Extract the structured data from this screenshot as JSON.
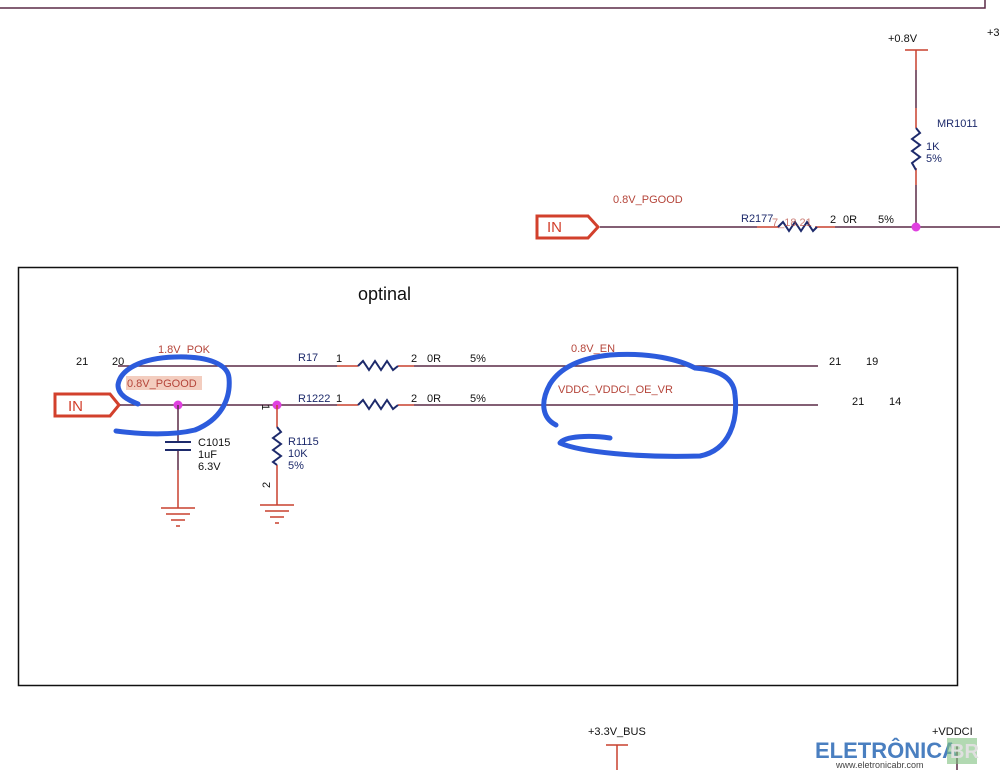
{
  "top": {
    "power_08v": "+0.8V",
    "power_3_partial": "+3",
    "mr1011": {
      "ref": "MR1011",
      "value": "1K",
      "tol": "5%"
    },
    "net_label": "0.8V_PGOOD",
    "in_flag": "IN",
    "r2177": {
      "ref": "R2177",
      "overlap": "7_18.21",
      "pin2": "2",
      "value": "0R",
      "tol": "5%"
    }
  },
  "box": {
    "title": "optinal",
    "left_pins": [
      "21",
      "20"
    ],
    "net_18v_pok": "1.8V_POK",
    "net_08v_pgood": "0.8V_PGOOD",
    "in_flag": "IN",
    "r17": {
      "ref": "R17",
      "pin1": "1",
      "pin2": "2",
      "value": "0R",
      "tol": "5%"
    },
    "r1222": {
      "ref": "R1222",
      "pin1": "1",
      "pin2": "2",
      "value": "0R",
      "tol": "5%"
    },
    "c1015": {
      "ref": "C1015",
      "value": "1uF",
      "voltage": "6.3V"
    },
    "r1115": {
      "ref": "R1115",
      "value": "10K",
      "tol": "5%",
      "pin1": "1",
      "pin2": "2"
    },
    "net_08v_en": "0.8V_EN",
    "net_vddc": "VDDC_VDDCI_OE_VR",
    "right_pins_top": [
      "21",
      "19"
    ],
    "right_pins_bottom": [
      "21",
      "14"
    ]
  },
  "bottom": {
    "power_33v_bus": "+3.3V_BUS",
    "power_vddci": "+VDDCI"
  },
  "watermark": {
    "brand": "ELETRÔNICA",
    "suffix": "BR",
    "url": "www.eletronicabr.com"
  },
  "colors": {
    "wire": "#5a2a46",
    "pin": "#c8412f",
    "component": "#1d2a6b",
    "annotation": "#2c5bdc",
    "junction": "#e040e0"
  }
}
